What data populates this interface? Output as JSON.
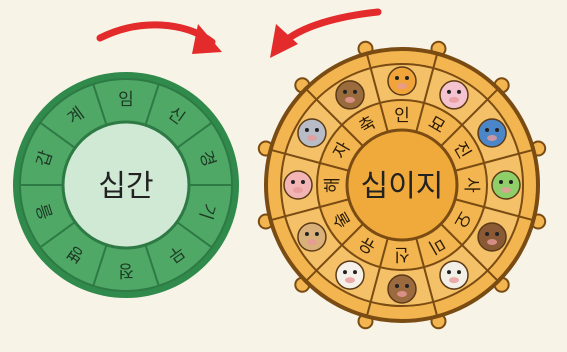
{
  "left_wheel": {
    "center_label": "십간",
    "segments": [
      "임",
      "신",
      "경",
      "기",
      "무",
      "정",
      "병",
      "을",
      "갑",
      "계"
    ],
    "colors": {
      "ring": "#3f9a57",
      "center": "#cfe9d4",
      "stroke": "#2e7a44"
    }
  },
  "right_wheel": {
    "center_label": "십이지",
    "segments": [
      "묘",
      "진",
      "사",
      "오",
      "미",
      "신",
      "유",
      "술",
      "해",
      "자",
      "축",
      "인"
    ],
    "animals": [
      {
        "name": "rabbit-icon",
        "color": "#f4c3cf"
      },
      {
        "name": "dragon-icon",
        "color": "#4a86c8"
      },
      {
        "name": "snake-icon",
        "color": "#8fcf6a"
      },
      {
        "name": "horse-icon",
        "color": "#8a5a36"
      },
      {
        "name": "sheep-icon",
        "color": "#f2efe6"
      },
      {
        "name": "monkey-icon",
        "color": "#9b6a3e"
      },
      {
        "name": "rooster-icon",
        "color": "#f6f1e8"
      },
      {
        "name": "dog-icon",
        "color": "#d9b07a"
      },
      {
        "name": "pig-icon",
        "color": "#f2b4b4"
      },
      {
        "name": "rat-icon",
        "color": "#b8bcc6"
      },
      {
        "name": "ox-icon",
        "color": "#9a6b3d"
      },
      {
        "name": "tiger-icon",
        "color": "#f0a43a"
      }
    ],
    "colors": {
      "ring": "#f2b54f",
      "center": "#f0a93b",
      "stroke": "#7a4b12"
    }
  },
  "arrows": {
    "color": "#e32b2b"
  }
}
